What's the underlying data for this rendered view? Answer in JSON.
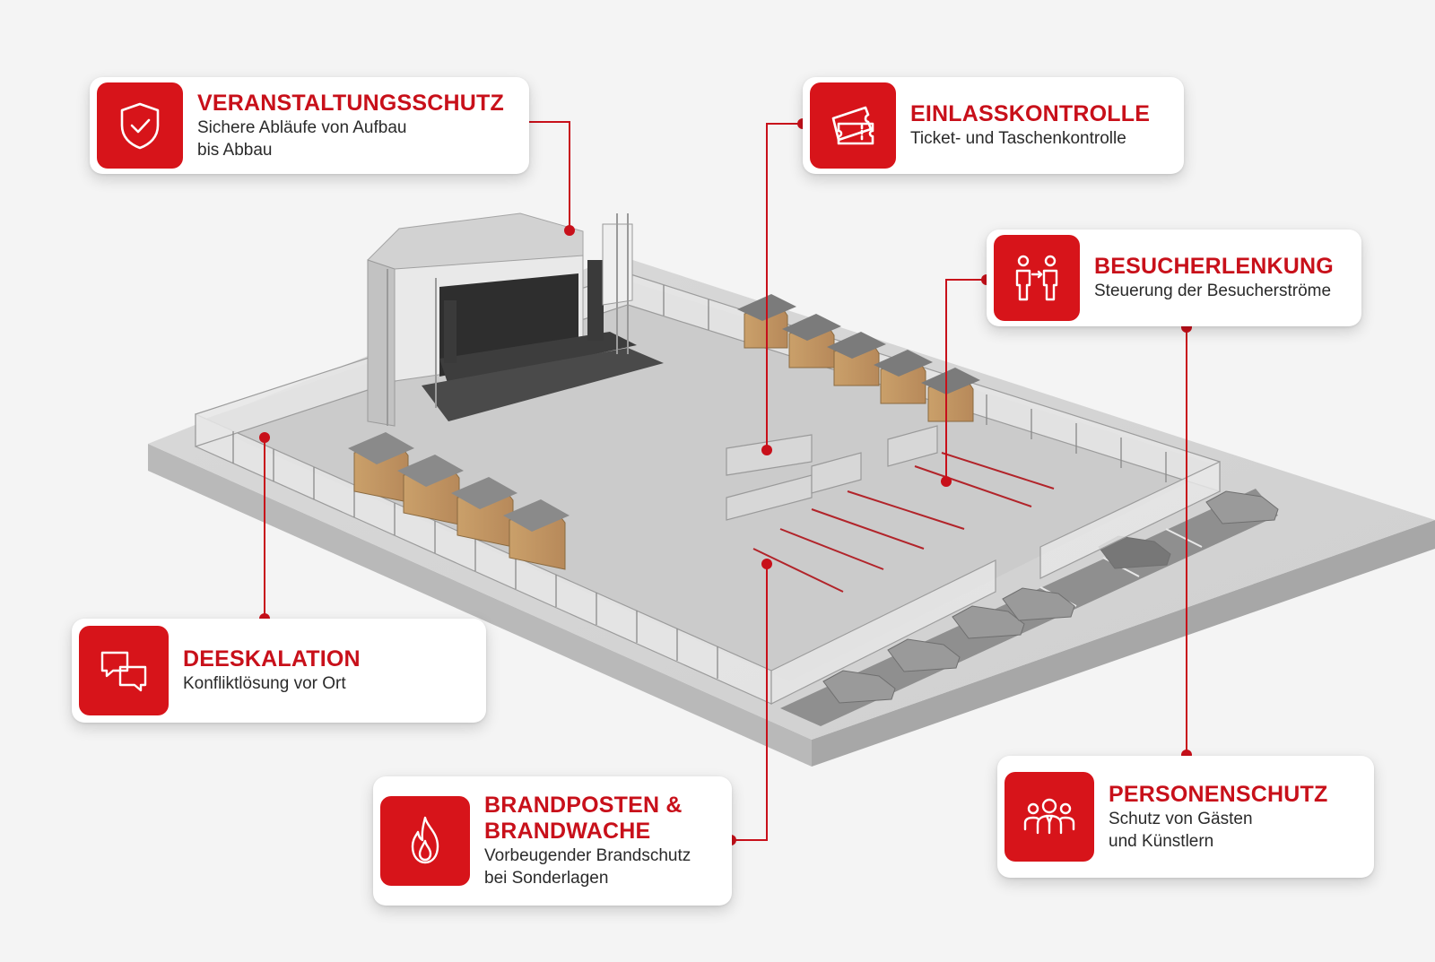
{
  "colors": {
    "accent": "#d7141a",
    "title": "#c8101a",
    "text": "#2a2a2a",
    "background": "#f4f4f4"
  },
  "callouts": {
    "veranstaltungsschutz": {
      "title": "VERANSTALTUNGSSCHUTZ",
      "desc1": "Sichere Abläufe von Aufbau",
      "desc2": "bis Abbau",
      "icon": "shield-check-icon"
    },
    "einlasskontrolle": {
      "title": "EINLASSKONTROLLE",
      "desc1": "Ticket- und Taschenkontrolle",
      "icon": "ticket-icon"
    },
    "besucherlenkung": {
      "title": "BESUCHERLENKUNG",
      "desc1": "Steuerung der Besucherströme",
      "icon": "visitor-guidance-icon"
    },
    "deeskalation": {
      "title": "DEESKALATION",
      "desc1": "Konfliktlösung vor Ort",
      "icon": "speech-bubbles-icon"
    },
    "brandposten": {
      "title1": "BRANDPOSTEN &",
      "title2": "BRANDWACHE",
      "desc1": "Vorbeugender Brandschutz",
      "desc2": "bei Sonderlagen",
      "icon": "flame-icon"
    },
    "personenschutz": {
      "title": "PERSONENSCHUTZ",
      "desc1": "Schutz von Gästen",
      "desc2": "und Künstlern",
      "icon": "people-icon"
    }
  }
}
